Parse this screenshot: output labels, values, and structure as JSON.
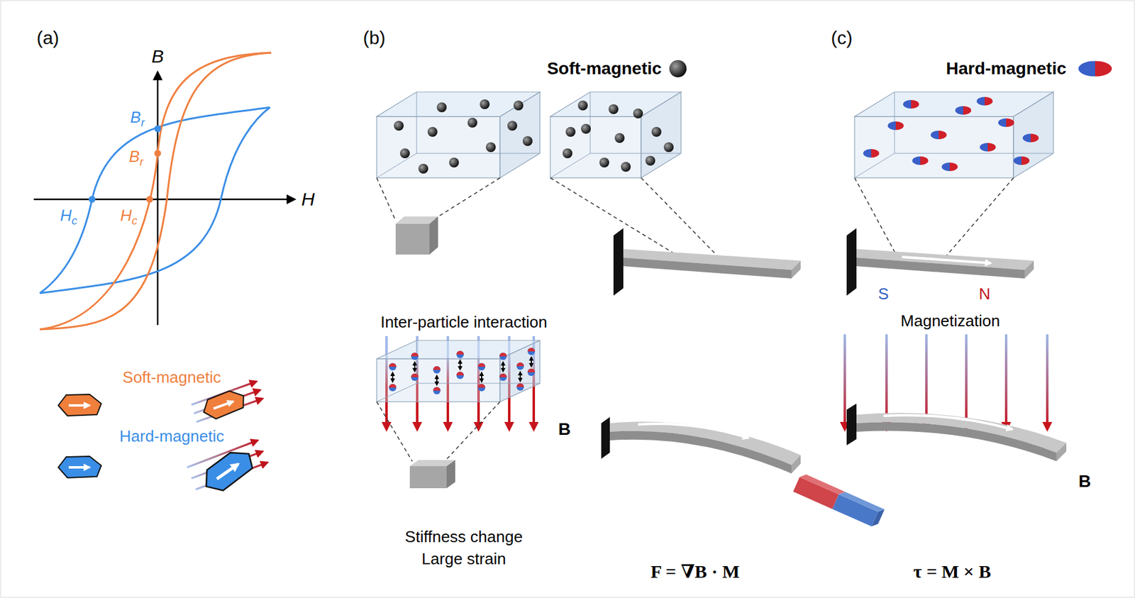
{
  "diagram": {
    "labels": [
      "(a)",
      "(b)",
      "(c)",
      "B",
      "H",
      "Br",
      "Br",
      "Hc",
      "Hc",
      "Soft-magnetic",
      "Hard-magnetic",
      "Soft-magnetic",
      "Hard-magnetic",
      "Inter-particle interaction",
      "B",
      "Stiffness change Large strain",
      "F = ∇B · M",
      "S",
      "N",
      "Magnetization",
      "τ = M × B",
      "B"
    ]
  }
}
